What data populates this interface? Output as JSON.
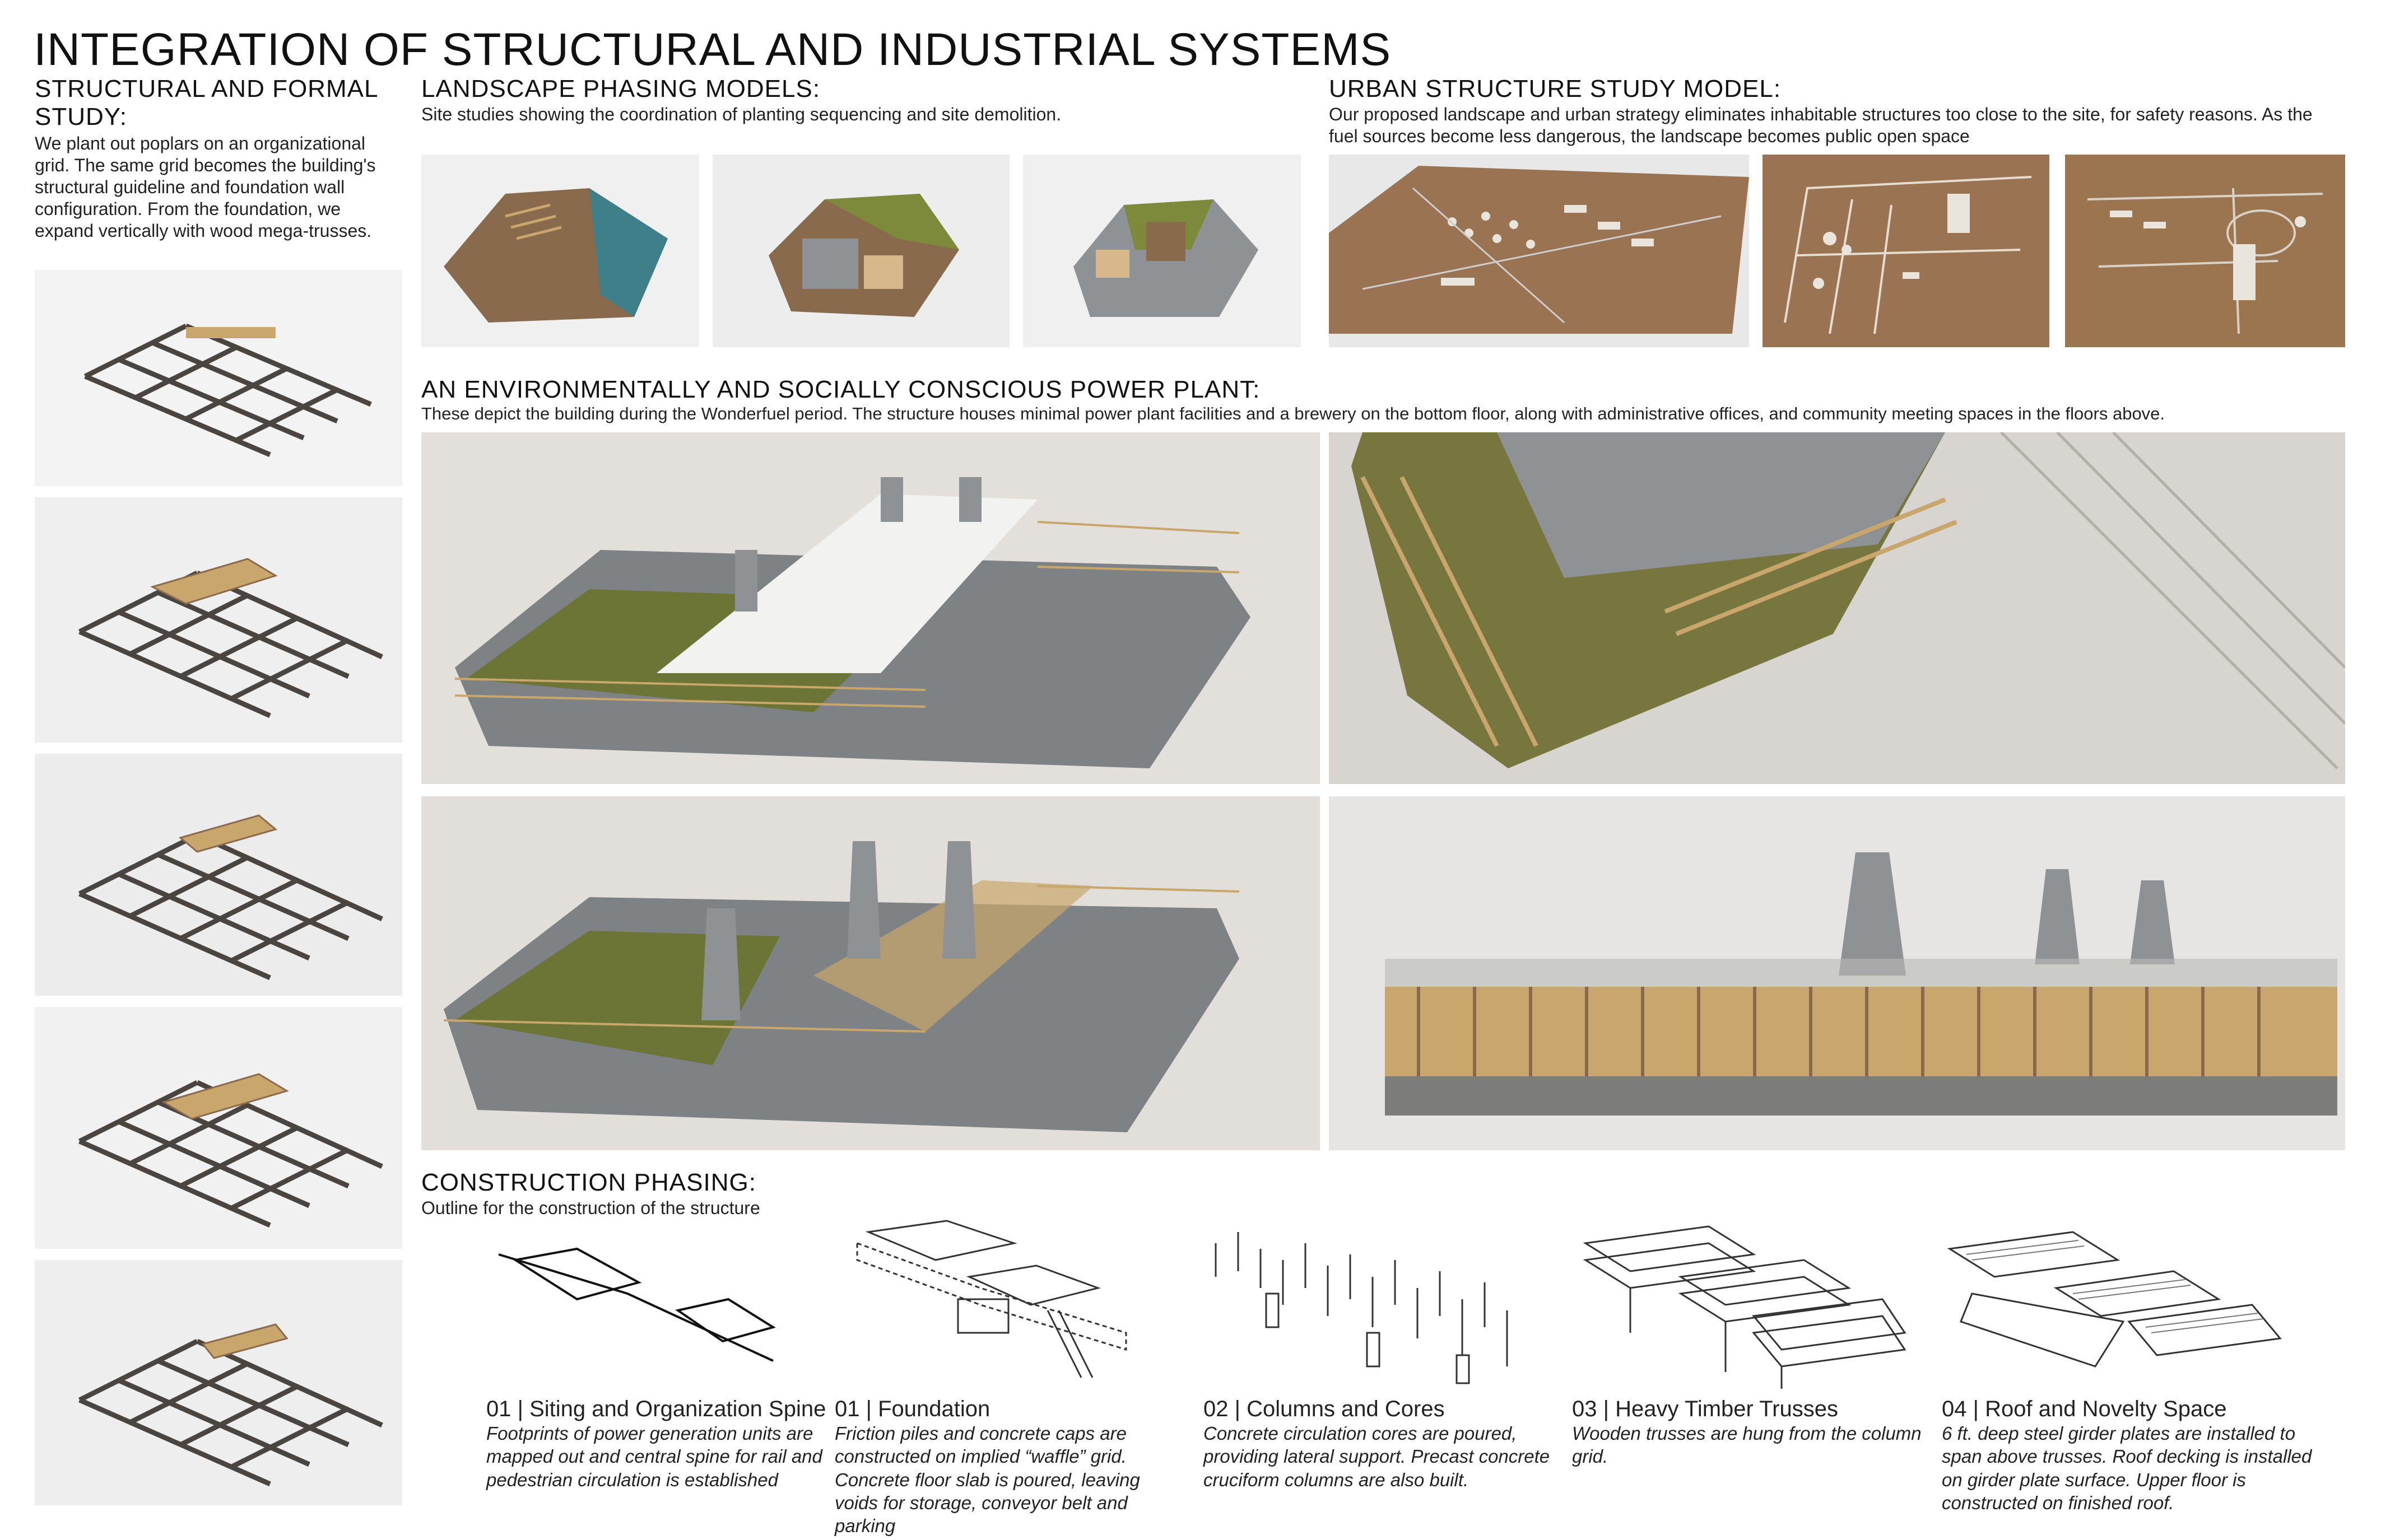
{
  "title": "INTEGRATION OF STRUCTURAL AND INDUSTRIAL SYSTEMS",
  "structural": {
    "heading_line1": "STRUCTURAL AND FORMAL",
    "heading_line2": "STUDY:",
    "body": "We plant out poplars on an organizational grid. The same grid becomes the building's structural guideline and foundation wall configuration. From the foundation, we expand vertically with wood mega-trusses."
  },
  "landscape": {
    "heading": "LANDSCAPE PHASING MODELS:",
    "body": "Site studies showing the coordination of planting sequencing and site demolition."
  },
  "urban": {
    "heading": "URBAN STRUCTURE STUDY MODEL:",
    "body": "Our proposed landscape and urban strategy eliminates inhabitable structures too close to the site, for safety reasons. As the fuel sources become less dangerous, the landscape becomes public open space"
  },
  "power_plant": {
    "heading": "AN ENVIRONMENTALLY AND SOCIALLY CONSCIOUS POWER PLANT:",
    "body": "These depict the building during the Wonderfuel period. The structure houses minimal power plant facilities and a brewery on the bottom floor, along with administrative offices, and community meeting spaces in the floors above."
  },
  "construction": {
    "heading": "CONSTRUCTION PHASING:",
    "body": "Outline for the construction of the structure",
    "steps": [
      {
        "title": "01 | Siting and Organization Spine",
        "desc": "Footprints of power generation units are mapped out and central spine for rail and pedestrian circulation is established"
      },
      {
        "title": "01 | Foundation",
        "desc": "Friction piles and concrete caps are constructed on implied “waffle” grid. Concrete floor slab is poured, leaving voids for storage, conveyor belt and parking"
      },
      {
        "title": "02 | Columns and Cores",
        "desc": "Concrete circulation cores are poured, providing lateral support. Precast concrete cruciform columns are also built."
      },
      {
        "title": "03 | Heavy Timber Trusses",
        "desc": "Wooden trusses are hung from the column grid."
      },
      {
        "title": "04 | Roof and Novelty Space",
        "desc": "6 ft. deep steel girder plates are installed to span above trusses. Roof decking is installed on girder plate surface. Upper floor is constructed on finished roof."
      }
    ]
  },
  "colors": {
    "wood": "#c9a66b",
    "cardboard": "#8a6a4c",
    "concrete": "#8f9295",
    "grass": "#7d8a3c",
    "water": "#3f7f8a",
    "background_photo": "#efefef"
  }
}
